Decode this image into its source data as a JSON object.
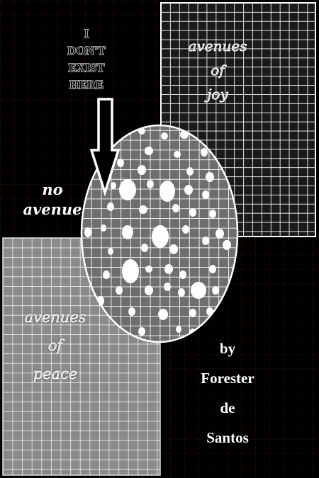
{
  "cover": {
    "arrow_text": [
      "I",
      "DON'T",
      "EXIST",
      "HERE"
    ],
    "top_right_text": [
      "avenues",
      "of",
      "joy"
    ],
    "left_text": [
      "no",
      "avenue"
    ],
    "bottom_left_text": [
      "avenues",
      "of",
      "peace"
    ],
    "byline": [
      "by",
      "Forester",
      "de",
      "Santos"
    ]
  },
  "colors": {
    "background": "#000000",
    "grid_line": "#ffffff",
    "faint_grid": "#5a1515",
    "bottom_left_fill": "#8a8a8a",
    "circle_fill": "#6e6e6e"
  }
}
